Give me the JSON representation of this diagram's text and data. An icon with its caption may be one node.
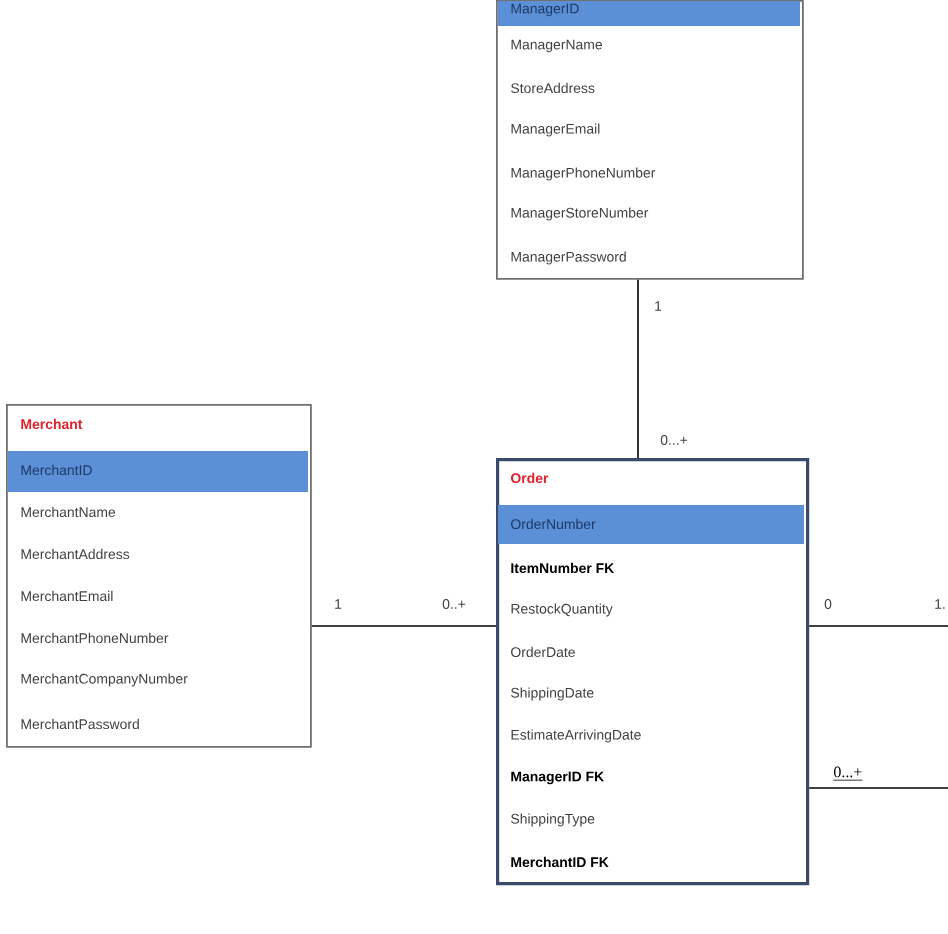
{
  "diagram": {
    "nodes": [
      {
        "text": [
          "ManagerID",
          "ManagerName",
          "StoreAddress",
          "ManagerEmail",
          "ManagerPhoneNumber",
          "ManagerStoreNumber",
          "ManagerPassword"
        ]
      },
      {
        "text": [
          "Merchant",
          "MerchantID",
          "MerchantName",
          "MerchantAddress",
          "MerchantEmail",
          "MerchantPhoneNumber",
          "MerchantCompanyNumber",
          "MerchantPassword"
        ]
      },
      {
        "text": [
          "Order",
          "OrderNumber",
          "ItemNumber FK",
          "RestockQuantity",
          "OrderDate",
          "ShippingDate",
          "EstimateArrivingDate",
          "ManagerID FK",
          "ShippingType",
          "MerchantID FK"
        ]
      }
    ],
    "edges": [
      {
        "from": 0,
        "to": 2,
        "arrow": "none"
      },
      {
        "from": 1,
        "to": 2,
        "arrow": "none"
      },
      {
        "from": 2,
        "to": null,
        "arrow": "none"
      },
      {
        "from": 2,
        "to": null,
        "arrow": "none"
      }
    ],
    "labels": [
      "1",
      "0...+",
      "1",
      "0..+",
      "0",
      "1.",
      "0...+"
    ]
  }
}
